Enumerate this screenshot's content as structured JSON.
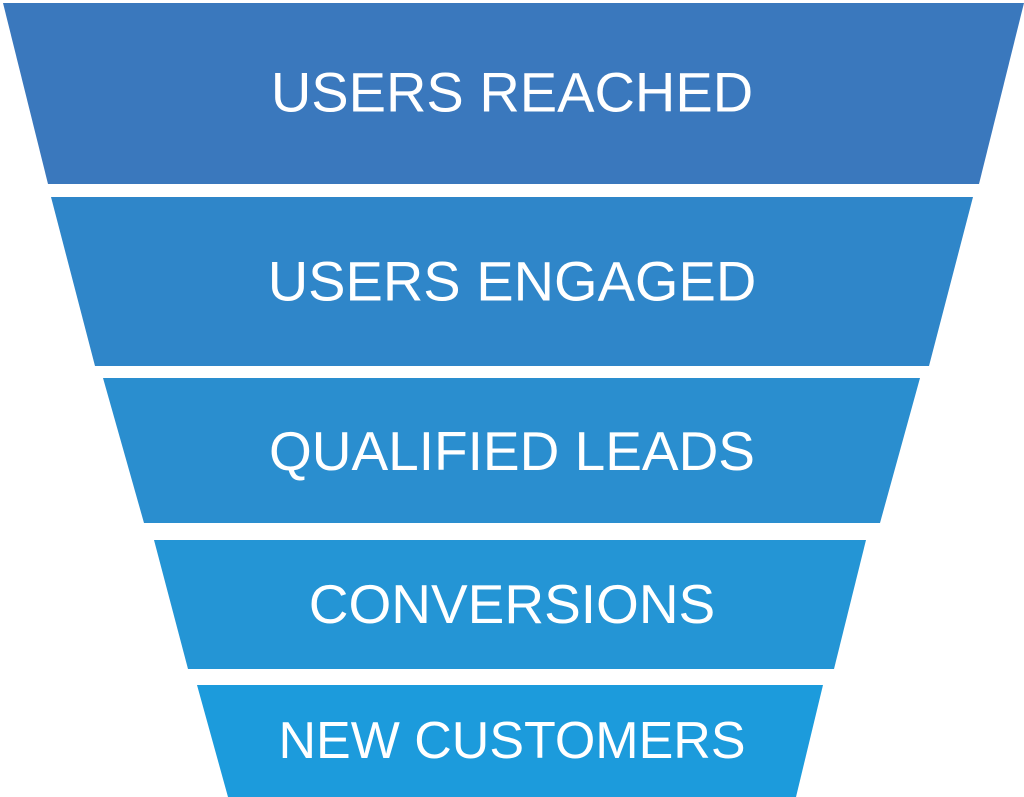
{
  "funnel": {
    "stages": [
      {
        "label": "USERS REACHED",
        "color": "#3a78bd"
      },
      {
        "label": "USERS ENGAGED",
        "color": "#2f86c9"
      },
      {
        "label": "QUALIFIED LEADS",
        "color": "#2a8ecf"
      },
      {
        "label": "CONVERSIONS",
        "color": "#2495d5"
      },
      {
        "label": "NEW CUSTOMERS",
        "color": "#1c9bdc"
      }
    ]
  }
}
